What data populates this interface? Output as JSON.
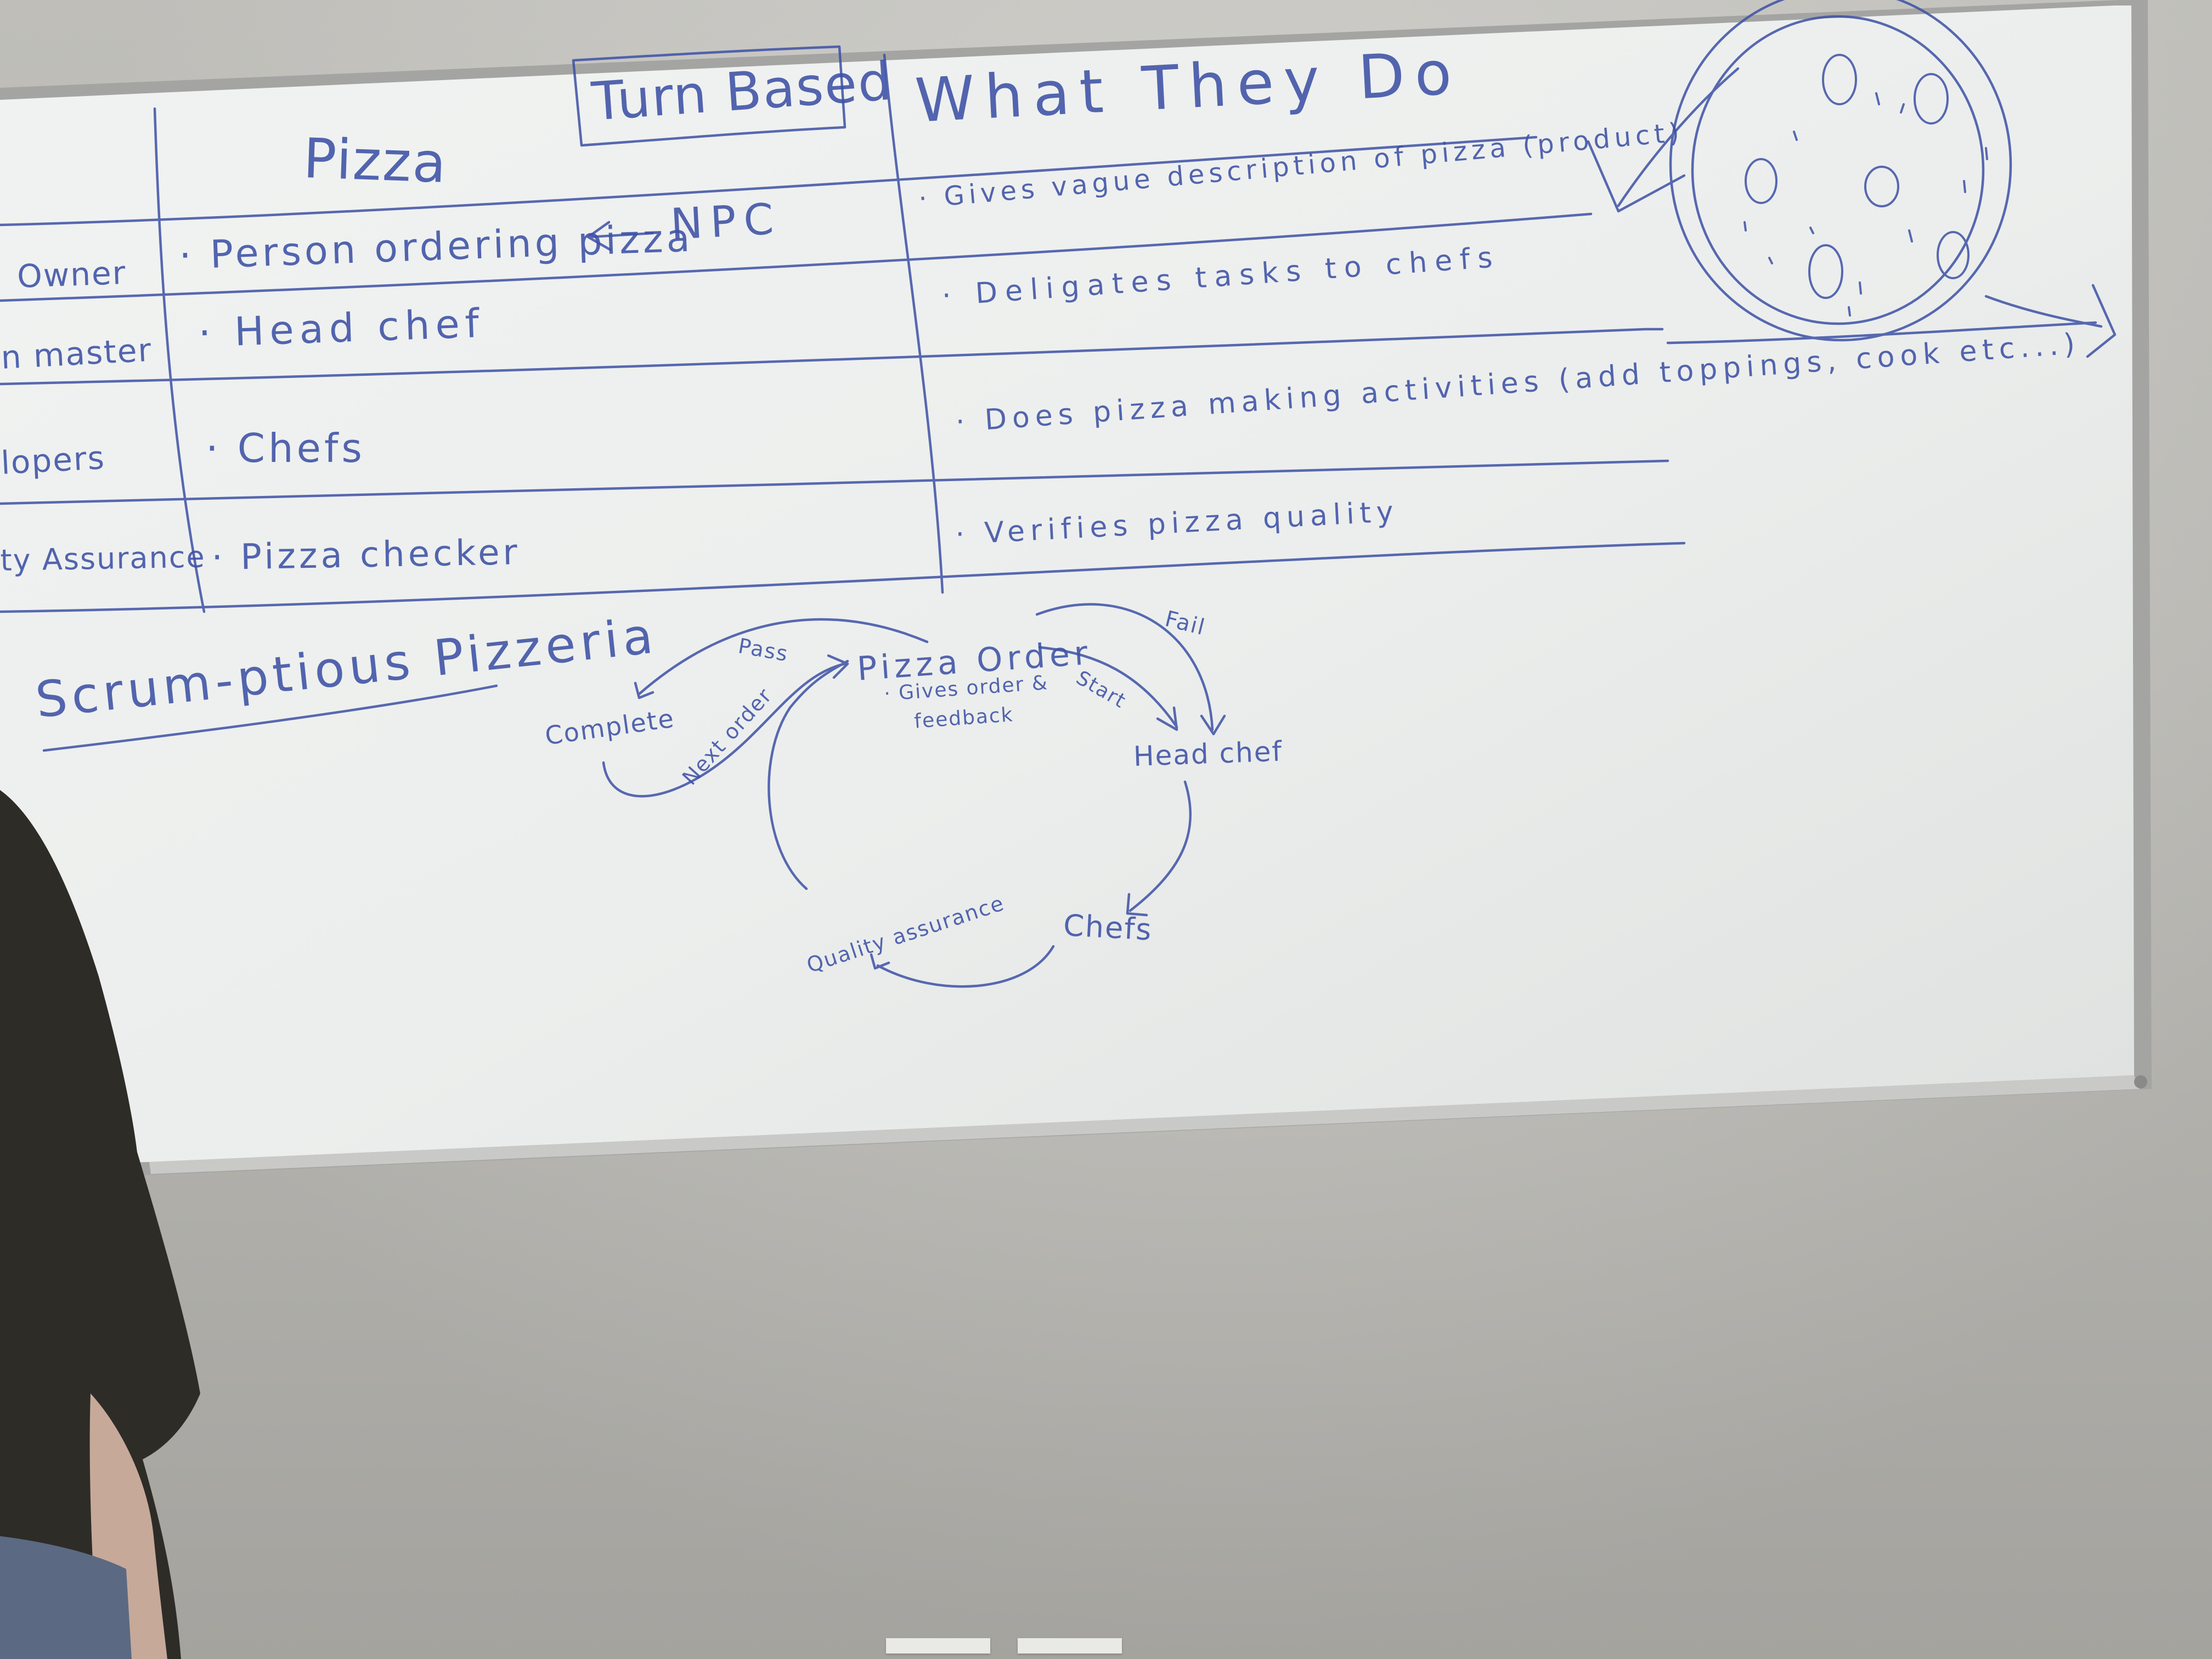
{
  "whiteboard": {
    "header_turn_based": "Turn Based",
    "header_pizza": "Pizza",
    "header_what_they_do": "What They Do",
    "roles_left": [
      "Owner",
      "n master",
      "lopers",
      "ty Assurance"
    ],
    "pizza_roles": [
      "· Person ordering pizza",
      "· Head chef",
      "· Chefs",
      "· Pizza checker"
    ],
    "npc_note": "NPC",
    "descriptions": [
      "· Gives vague description of pizza (product)",
      "· Deligates tasks to chefs",
      "· Does pizza making activities (add toppings, cook etc...)",
      "· Verifies pizza quality"
    ],
    "project_title": "Scrum-ptious Pizzeria",
    "cycle": {
      "pizza_order": "Pizza Order",
      "pizza_order_note_1": "· Gives order &",
      "pizza_order_note_2": "feedback",
      "head_chef": "Head chef",
      "chefs": "Chefs",
      "quality_assurance": "Quality assurance",
      "complete": "Complete",
      "pass": "Pass",
      "fail": "Fail",
      "start": "Start",
      "next_order": "Next order"
    }
  },
  "colors": {
    "marker_blue": "#3d51a6",
    "board_white": "#eef0ef",
    "wall": "#c3c2bd",
    "frame_aluminum": "#a9aaa8",
    "shirt": "#2e2c27"
  }
}
